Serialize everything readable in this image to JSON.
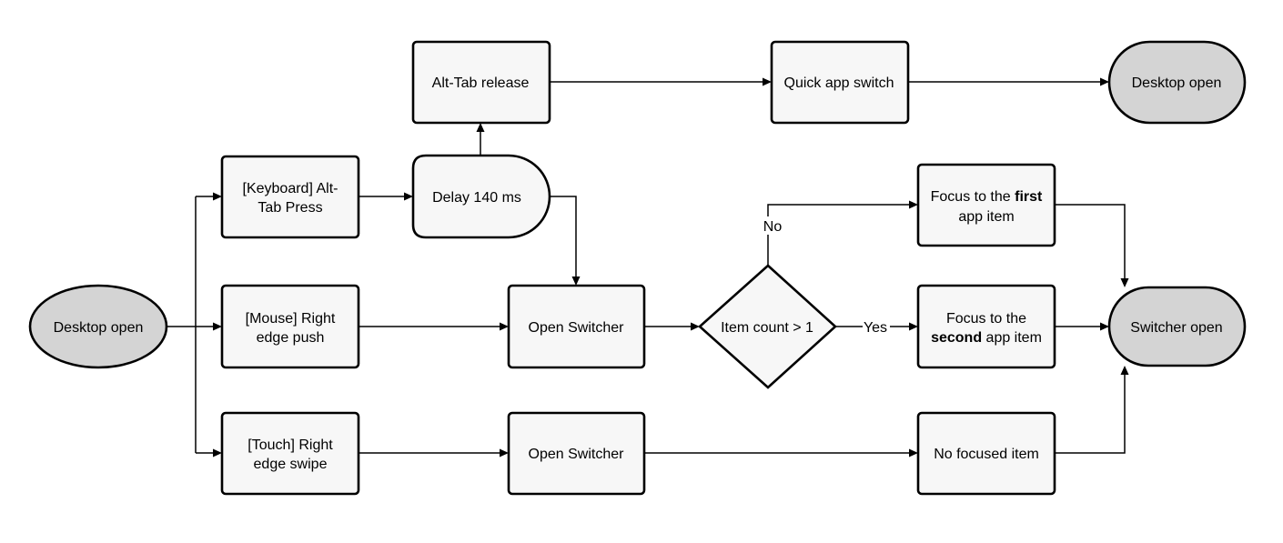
{
  "nodes": {
    "desktop_open_start": {
      "label": "Desktop open"
    },
    "keyboard_alt_tab_press": {
      "line1": "[Keyboard] Alt-",
      "line2": "Tab Press"
    },
    "mouse_right_edge_push": {
      "line1": "[Mouse] Right",
      "line2": "edge push"
    },
    "touch_right_edge_swipe": {
      "line1": "[Touch] Right",
      "line2": "edge swipe"
    },
    "alt_tab_release": {
      "label": "Alt-Tab release"
    },
    "delay": {
      "label": "Delay 140 ms"
    },
    "open_switcher_mouse": {
      "label": "Open Switcher"
    },
    "open_switcher_touch": {
      "label": "Open Switcher"
    },
    "quick_app_switch": {
      "label": "Quick app switch"
    },
    "desktop_open_end": {
      "label": "Desktop open"
    },
    "item_count_decision": {
      "label": "Item count > 1"
    },
    "focus_first": {
      "line1": "Focus to the ",
      "line1_bold": "first",
      "line2": "app item"
    },
    "focus_second": {
      "line1": "Focus to the",
      "line2_bold": "second",
      "line2": " app item"
    },
    "no_focused_item": {
      "label": "No focused item"
    },
    "switcher_open": {
      "label": "Switcher open"
    }
  },
  "edges": {
    "no_label": "No",
    "yes_label": "Yes"
  }
}
